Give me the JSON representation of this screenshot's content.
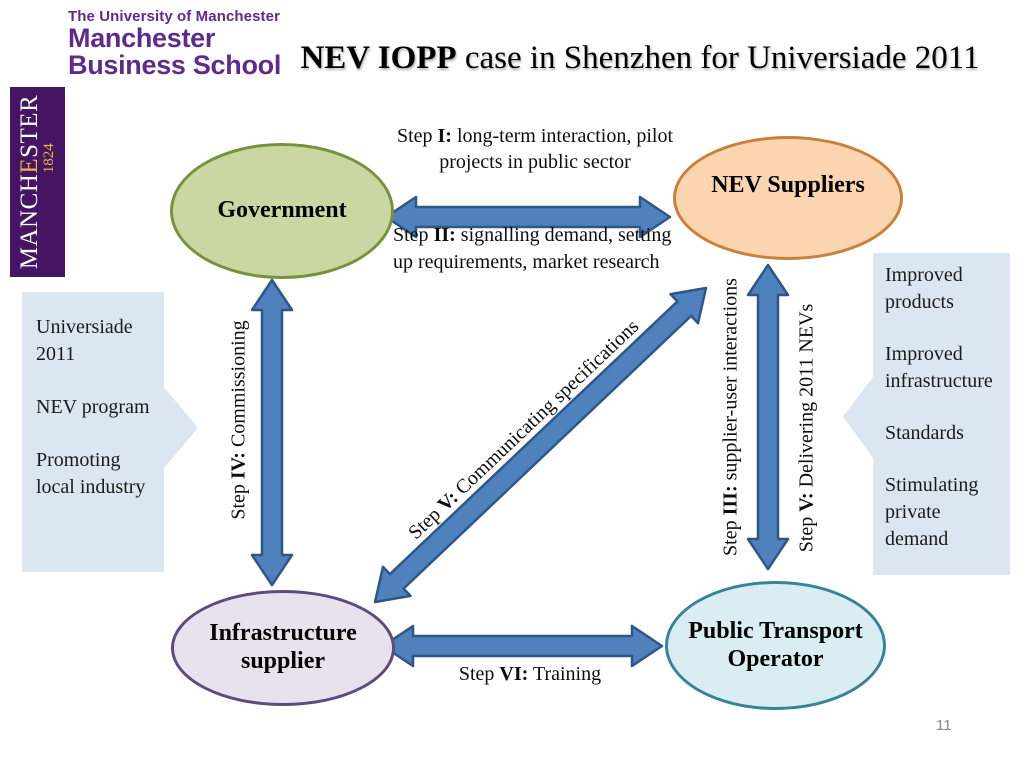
{
  "logo": {
    "university": "The University of Manchester",
    "school_line1": "Manchester",
    "school_line2": "Business School"
  },
  "banner": {
    "pre": "MANCH",
    "gold_letter": "E",
    "post": "STER",
    "year": "1824"
  },
  "title": {
    "bold": "NEV IOPP",
    "rest": " case in Shenzhen for Universiade 2011"
  },
  "nodes": {
    "government": {
      "label": "Government",
      "fill": "#cbd7a2",
      "border": "#77923d"
    },
    "nev_suppliers": {
      "label": "NEV Suppliers",
      "fill": "#fbd4b0",
      "border": "#c8803b"
    },
    "infrastructure_supplier": {
      "label": "Infrastructure supplier",
      "fill": "#e8e2ef",
      "border": "#5f4a7c"
    },
    "public_transport_operator": {
      "label": "Public Transport Operator",
      "fill": "#daedf3",
      "border": "#38829b"
    }
  },
  "steps": {
    "step1": {
      "word": "Step ",
      "num": "I:",
      "text": " long-term interaction, pilot projects in public sector"
    },
    "step2": {
      "word": "Step ",
      "num": "II:",
      "text": " signalling demand, setting up requirements, market research"
    },
    "step3": {
      "word": "Step ",
      "num": "III:",
      "text": " supplier-user interactions"
    },
    "step4": {
      "word": "Step ",
      "num": "IV:",
      "text": " Commissioning"
    },
    "step5_diagonal": {
      "word": "Step ",
      "num": "V:",
      "text": " Communicating specifications"
    },
    "step5_right": {
      "word": "Step ",
      "num": "V:",
      "text": " Delivering 2011 NEVs"
    },
    "step6": {
      "word": "Step ",
      "num": "VI:",
      "text": " Training"
    }
  },
  "left_box": {
    "items": [
      "Universiade 2011",
      "NEV program",
      "Promoting local industry"
    ]
  },
  "right_box": {
    "items": [
      "Improved products",
      "Improved infrastructure",
      "Standards",
      "Stimulating private demand"
    ]
  },
  "colors": {
    "arrow_fill": "#4f81bd",
    "arrow_stroke": "#2e5687",
    "side_box_fill": "#dce6f1",
    "banner_bg": "#451563",
    "banner_gold": "#eeba3c",
    "logo_purple": "#5f2b8a"
  },
  "page_number": "11"
}
